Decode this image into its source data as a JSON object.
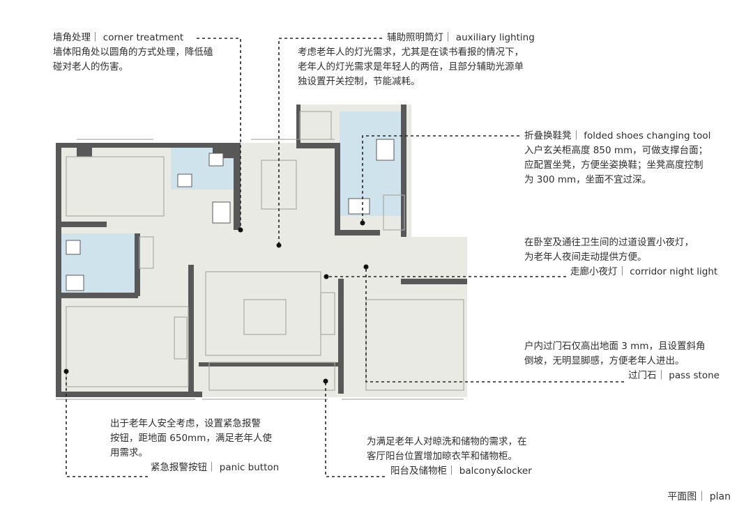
{
  "annotations": {
    "corner": {
      "title": "墙角处理｜ corner treatment",
      "body": "墙体阳角处以圆角的方式处理，降低磕\n碰对老人的伤害。"
    },
    "lighting": {
      "title": "辅助照明筒灯｜ auxiliary lighting",
      "body": "考虑老年人的灯光需求，尤其是在读书看报的情况下，\n老年人的灯光需求是年轻人的两倍，且部分辅助光源单\n独设置开关控制，节能减耗。"
    },
    "shoes": {
      "title": "折叠换鞋凳｜ folded shoes changing tool",
      "body": "入户玄关柜高度 850 mm，可做支撑台面；\n应配置坐凳，方便坐姿换鞋；坐凳高度控制\n为 300 mm，坐面不宜过深。"
    },
    "night": {
      "body": "在卧室及通往卫生间的过道设置小夜灯，\n为老年人夜间走动提供方便。",
      "title": "走廊小夜灯｜ corridor night light"
    },
    "stone": {
      "body": "户内过门石仅高出地面 3 mm，且设置斜角\n倒坡，无明显脚感，方便老年人进出。",
      "title": "过门石｜ pass stone"
    },
    "panic": {
      "body": "出于老年人安全考虑，设置紧急报警\n按钮，距地面 650mm，满足老年人使\n用需求。",
      "title": "紧急报警按钮｜ panic button"
    },
    "balcony": {
      "body": "为满足老年人对晾洗和储物的需求，在\n客厅阳台位置增加晾衣竿和储物柜。",
      "title": "阳台及储物柜｜ balcony&locker"
    }
  },
  "caption": "平面图｜ plan",
  "colors": {
    "wall": "#585858",
    "floor": "#e9eae4",
    "wet": "#cfe3ec",
    "leader": "#222222",
    "furniture": "#a9aaa4"
  }
}
